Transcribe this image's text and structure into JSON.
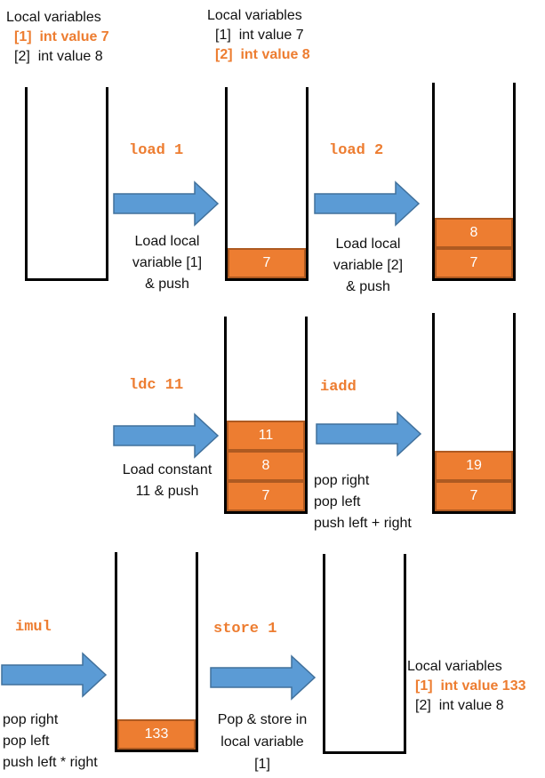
{
  "colors": {
    "accent": "#ed7d31",
    "arrow_fill": "#5b9bd5",
    "arrow_stroke": "#41719c",
    "stack_border": "#000000",
    "cell_text": "#ffffff"
  },
  "local_vars_start": {
    "title": "Local variables",
    "lines": [
      {
        "index": "[1]",
        "text": "int value 7"
      },
      {
        "index": "[2]",
        "text": "int value 8"
      }
    ]
  },
  "local_vars_after_load1": {
    "title": "Local variables",
    "lines": [
      {
        "index": "[1]",
        "text": "int value 7"
      },
      {
        "index": "[2]",
        "text": "int value 8"
      }
    ]
  },
  "local_vars_end": {
    "title": "Local variables",
    "lines": [
      {
        "index": "[1]",
        "text": "int value 133"
      },
      {
        "index": "[2]",
        "text": "int value 8"
      }
    ]
  },
  "steps": [
    {
      "op": "load 1",
      "desc": [
        "Load local",
        "variable [1]",
        "& push"
      ]
    },
    {
      "op": "load 2",
      "desc": [
        "Load local",
        "variable [2]",
        "& push"
      ]
    },
    {
      "op": "ldc 11",
      "desc": [
        "Load constant",
        "11 & push"
      ]
    },
    {
      "op": "iadd",
      "desc": [
        "pop right",
        "pop left",
        "push left + right"
      ]
    },
    {
      "op": "imul",
      "desc": [
        "pop right",
        "pop left",
        "push left * right"
      ]
    },
    {
      "op": "store 1",
      "desc": [
        "Pop & store in",
        "local variable",
        "[1]"
      ]
    }
  ],
  "stacks": {
    "s0": [],
    "s1": [
      "7"
    ],
    "s2": [
      "8",
      "7"
    ],
    "s3": [
      "11",
      "8",
      "7"
    ],
    "s4": [
      "19",
      "7"
    ],
    "s5": [
      "133"
    ],
    "s6": []
  }
}
